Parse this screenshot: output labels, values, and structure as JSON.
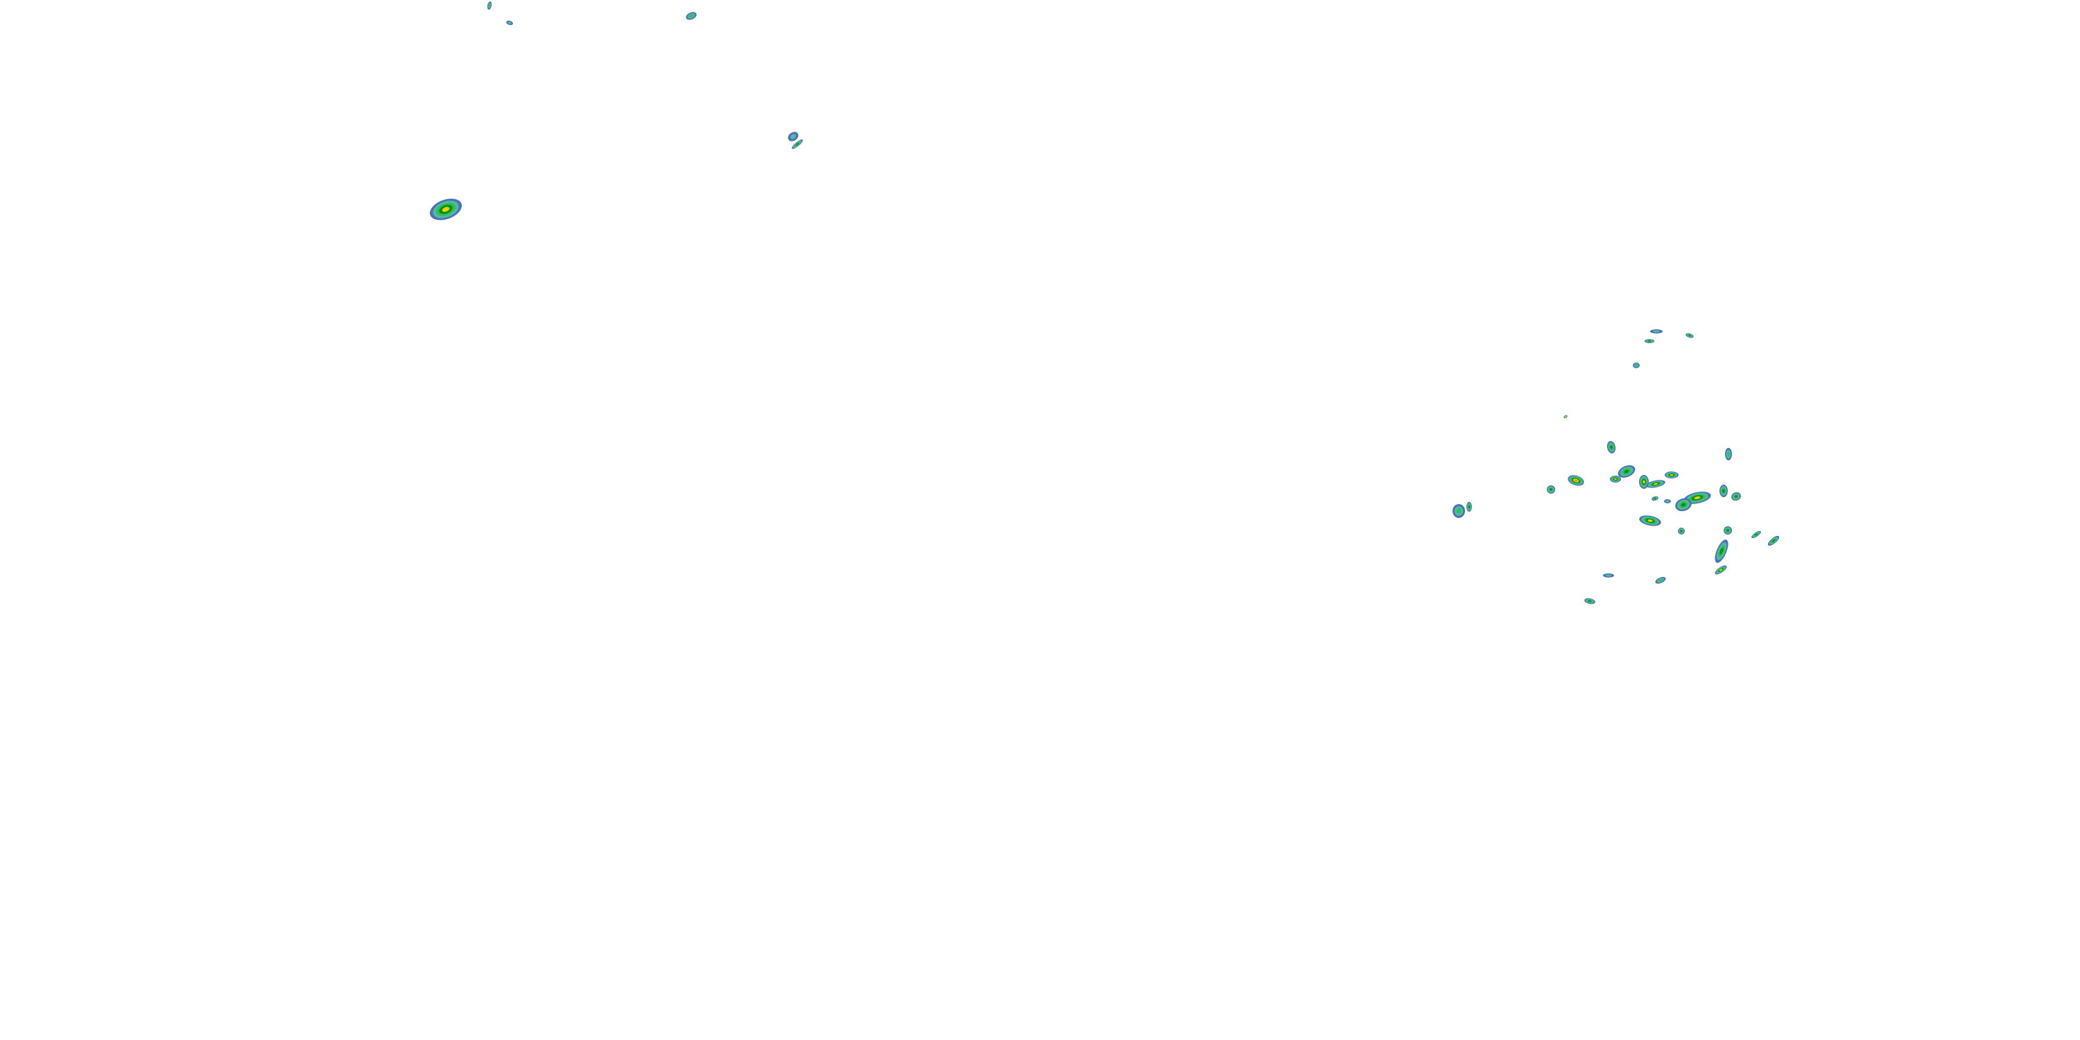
{
  "radar_overlay": {
    "color_scale": [
      "#4a72b8",
      "#52b8a8",
      "#2cc24e",
      "#0c8c1a",
      "#f0d000",
      "#f08a00"
    ],
    "cell_levels": [
      4,
      1,
      2,
      1,
      2,
      3,
      1,
      3,
      2,
      3,
      4,
      3,
      3,
      5,
      4,
      4,
      4,
      4,
      4,
      3,
      4,
      3,
      3,
      3,
      3,
      3,
      4,
      3,
      3,
      2,
      3,
      2,
      3,
      3,
      2,
      3,
      1,
      1
    ]
  }
}
